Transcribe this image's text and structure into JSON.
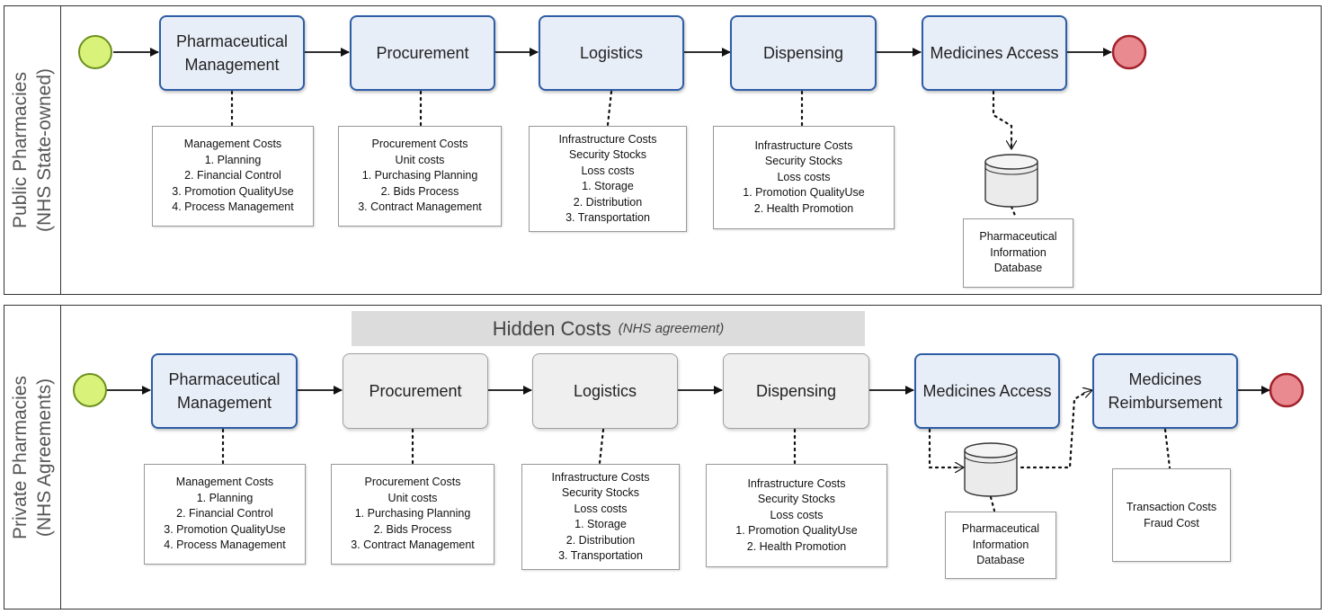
{
  "lanes": {
    "public": {
      "label_line1": "Public Pharmacies",
      "label_line2": "(NHS State-owned)",
      "tasks": {
        "management": "Pharmaceutical Management",
        "procurement": "Procurement",
        "logistics": "Logistics",
        "dispensing": "Dispensing",
        "access": "Medicines Access"
      },
      "notes": {
        "management": [
          "Management Costs",
          "1. Planning",
          "2. Financial Control",
          "3. Promotion QualityUse",
          "4. Process Management"
        ],
        "procurement": [
          "Procurement Costs",
          "Unit costs",
          "1. Purchasing Planning",
          "2. Bids Process",
          "3. Contract Management"
        ],
        "logistics": [
          "Infrastructure Costs",
          "Security Stocks",
          "Loss costs",
          "1. Storage",
          "2. Distribution",
          "3. Transportation"
        ],
        "dispensing": [
          "Infrastructure Costs",
          "Security Stocks",
          "Loss costs",
          "1. Promotion QualityUse",
          "2. Health Promotion"
        ],
        "database": [
          "Pharmaceutical",
          "Information",
          "Database"
        ]
      }
    },
    "private": {
      "label_line1": "Private Pharmacies",
      "label_line2": "(NHS Agreements)",
      "banner_title": "Hidden Costs",
      "banner_sub": "(NHS agreement)",
      "tasks": {
        "management": "Pharmaceutical Management",
        "procurement": "Procurement",
        "logistics": "Logistics",
        "dispensing": "Dispensing",
        "access": "Medicines Access",
        "reimbursement": "Medicines Reimbursement"
      },
      "notes": {
        "management": [
          "Management Costs",
          "1. Planning",
          "2. Financial Control",
          "3. Promotion QualityUse",
          "4. Process Management"
        ],
        "procurement": [
          "Procurement Costs",
          "Unit costs",
          "1. Purchasing Planning",
          "2. Bids Process",
          "3. Contract Management"
        ],
        "logistics": [
          "Infrastructure Costs",
          "Security Stocks",
          "Loss costs",
          "1. Storage",
          "2. Distribution",
          "3. Transportation"
        ],
        "dispensing": [
          "Infrastructure Costs",
          "Security Stocks",
          "Loss costs",
          "1. Promotion QualityUse",
          "2. Health Promotion"
        ],
        "database": [
          "Pharmaceutical",
          "Information",
          "Database"
        ],
        "reimbursement": [
          "Transaction Costs",
          "Fraud Cost"
        ]
      }
    }
  },
  "colors": {
    "start_fill": "#d9f27a",
    "start_stroke": "#6b8f1d",
    "end_fill": "#e88a8f",
    "end_stroke": "#a3212b",
    "active_task_border": "#2e5da6",
    "active_task_fill": "#e8eef8",
    "hidden_task_fill": "#efefef",
    "banner_fill": "#dcdcdc"
  }
}
